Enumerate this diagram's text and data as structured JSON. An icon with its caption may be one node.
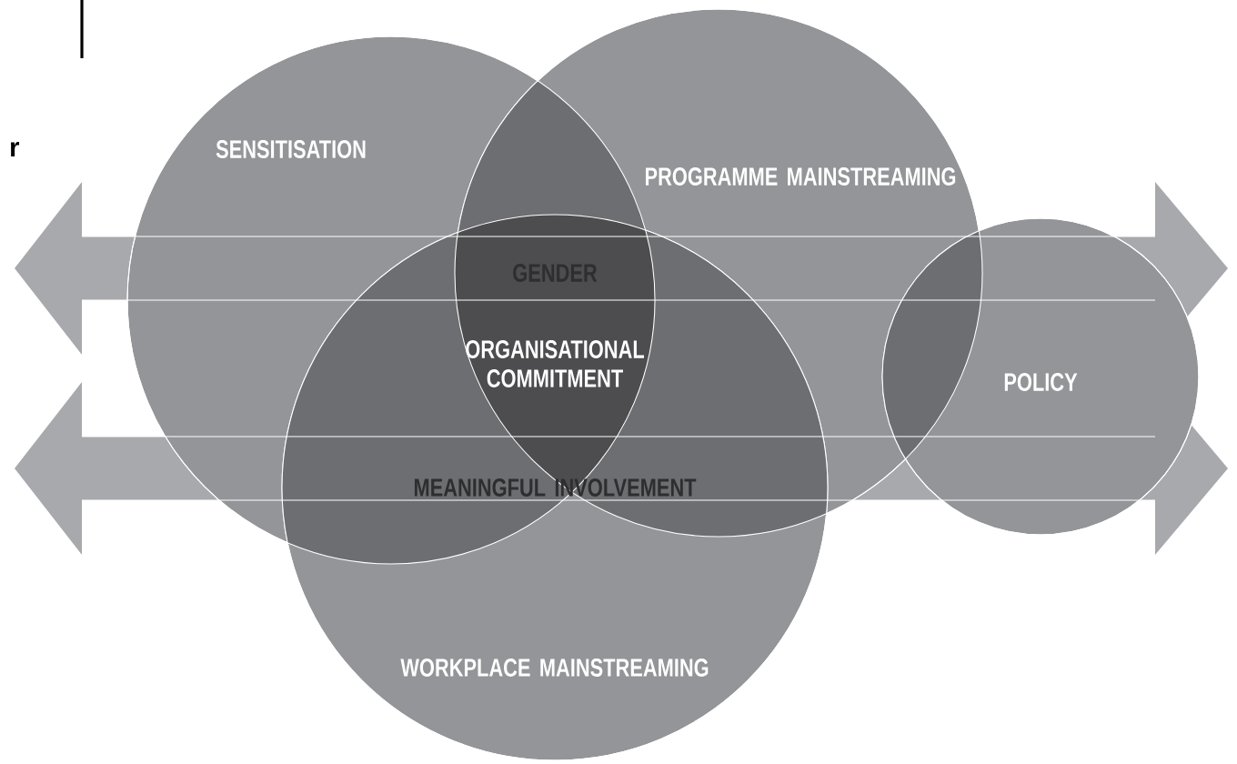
{
  "diagram": {
    "nodes": [
      {
        "text": [
          "SENSITISATION"
        ]
      },
      {
        "text": [
          "PROGRAMME MAINSTREAMING"
        ]
      },
      {
        "text": [
          "GENDER"
        ]
      },
      {
        "text": [
          "POLICY"
        ]
      },
      {
        "text": [
          "MEANINGFUL INVOLVEMENT"
        ]
      },
      {
        "text": [
          "WORKPLACE MAINSTREAMING"
        ]
      }
    ],
    "labels": [
      "r",
      "ORGANISATIONAL COMMITMENT"
    ]
  }
}
